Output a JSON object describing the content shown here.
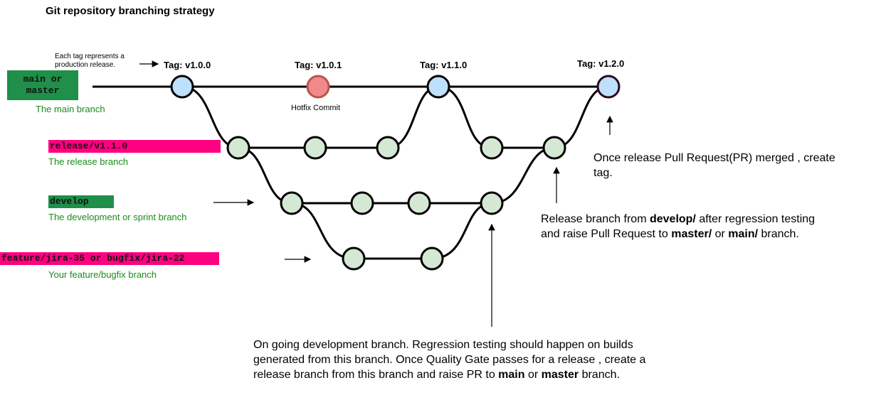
{
  "title": "Git repository branching strategy",
  "branches": {
    "main": {
      "name_line1": "main or",
      "name_line2": "master",
      "description": "The main branch"
    },
    "release": {
      "name": "release/v1.1.0",
      "description": "The release branch"
    },
    "develop": {
      "name": "develop",
      "description": "The development or sprint branch"
    },
    "feature": {
      "name": "feature/jira-35 or bugfix/jira-22",
      "description": "Your feature/bugfix branch"
    }
  },
  "tags": [
    "Tag: v1.0.0",
    "Tag: v1.0.1",
    "Tag: v1.1.0",
    "Tag: v1.2.0"
  ],
  "hotfix_label": "Hotfix Commit",
  "notes": {
    "tag_note_line1": "Each tag represents a",
    "tag_note_line2": "production release.",
    "merge_note_line1": "Once release Pull Request(PR) merged , create",
    "merge_note_line2": "tag.",
    "release_note_line1_pre": "Release branch from ",
    "release_note_line1_bold": "develop/",
    "release_note_line1_post": " after regression testing",
    "release_note_line2_pre": "and raise Pull Request to ",
    "release_note_line2_bold1": "master/",
    "release_note_line2_mid": " or ",
    "release_note_line2_bold2": "main/",
    "release_note_line2_post": " branch.",
    "dev_note_line1": "On going development branch. Regression testing should happen on builds",
    "dev_note_line2": "generated from this branch. Once Quality Gate passes for a release , create a",
    "dev_note_line3_pre": "release branch from this branch and raise PR to ",
    "dev_note_line3_bold1": "main",
    "dev_note_line3_mid": " or ",
    "dev_note_line3_bold2": "master",
    "dev_note_line3_post": " branch."
  },
  "colors": {
    "branch_green": "#1f8f4a",
    "branch_pink": "#ff0080",
    "description_green": "#1a8c1a",
    "tag_commit_fill": "#bfe0fb",
    "hotfix_fill": "#f08a8a",
    "commit_fill": "#d5e8d4"
  }
}
